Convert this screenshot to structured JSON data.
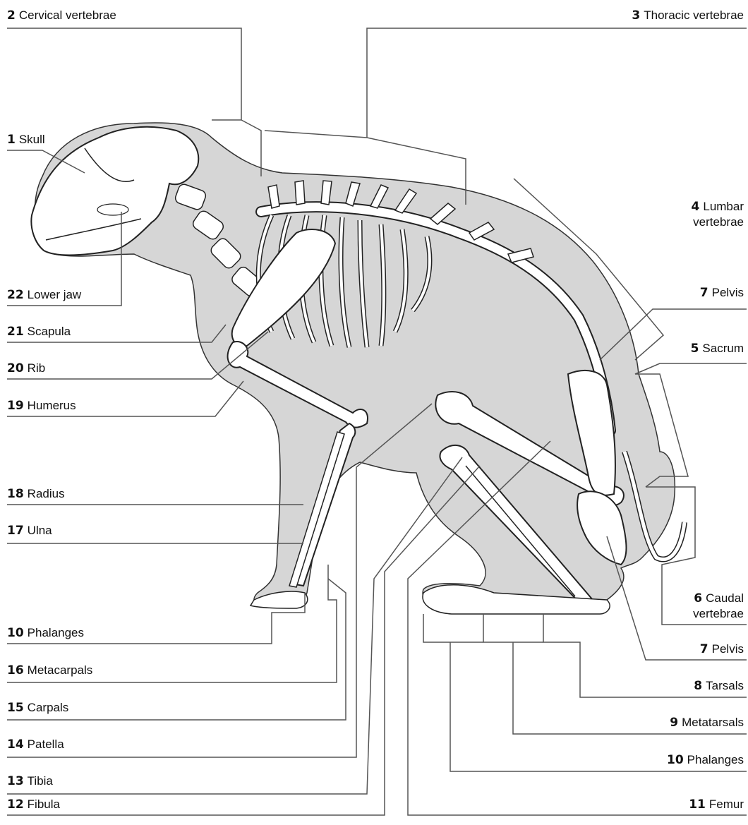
{
  "labels": [
    {
      "id": "cervical",
      "num": "2",
      "name": "Cervical vertebrae"
    },
    {
      "id": "thoracic",
      "num": "3",
      "name": "Thoracic vertebrae"
    },
    {
      "id": "skull",
      "num": "1",
      "name": "Skull"
    },
    {
      "id": "lumbar",
      "num": "4",
      "name": "Lumbar",
      "name2": "vertebrae"
    },
    {
      "id": "lowerjaw",
      "num": "22",
      "name": "Lower jaw"
    },
    {
      "id": "pelvis-top",
      "num": "7",
      "name": "Pelvis"
    },
    {
      "id": "scapula",
      "num": "21",
      "name": "Scapula"
    },
    {
      "id": "sacrum",
      "num": "5",
      "name": "Sacrum"
    },
    {
      "id": "rib",
      "num": "20",
      "name": "Rib"
    },
    {
      "id": "humerus",
      "num": "19",
      "name": "Humerus"
    },
    {
      "id": "radius",
      "num": "18",
      "name": "Radius"
    },
    {
      "id": "ulna",
      "num": "17",
      "name": "Ulna"
    },
    {
      "id": "caudal",
      "num": "6",
      "name": "Caudal",
      "name2": "vertebrae"
    },
    {
      "id": "phalanges-fore",
      "num": "10",
      "name": "Phalanges"
    },
    {
      "id": "pelvis-bottom",
      "num": "7",
      "name": "Pelvis"
    },
    {
      "id": "metacarpals",
      "num": "16",
      "name": "Metacarpals"
    },
    {
      "id": "tarsals",
      "num": "8",
      "name": "Tarsals"
    },
    {
      "id": "carpals",
      "num": "15",
      "name": "Carpals"
    },
    {
      "id": "metatarsals",
      "num": "9",
      "name": "Metatarsals"
    },
    {
      "id": "patella",
      "num": "14",
      "name": "Patella"
    },
    {
      "id": "tibia",
      "num": "13",
      "name": "Tibia"
    },
    {
      "id": "phalanges-hind",
      "num": "10",
      "name": "Phalanges"
    },
    {
      "id": "fibula",
      "num": "12",
      "name": "Fibula"
    },
    {
      "id": "femur",
      "num": "11",
      "name": "Femur"
    }
  ],
  "colors": {
    "body_fill": "#d6d6d6",
    "bone_fill": "#ffffff",
    "outline": "#111111",
    "leader": "#555555"
  }
}
